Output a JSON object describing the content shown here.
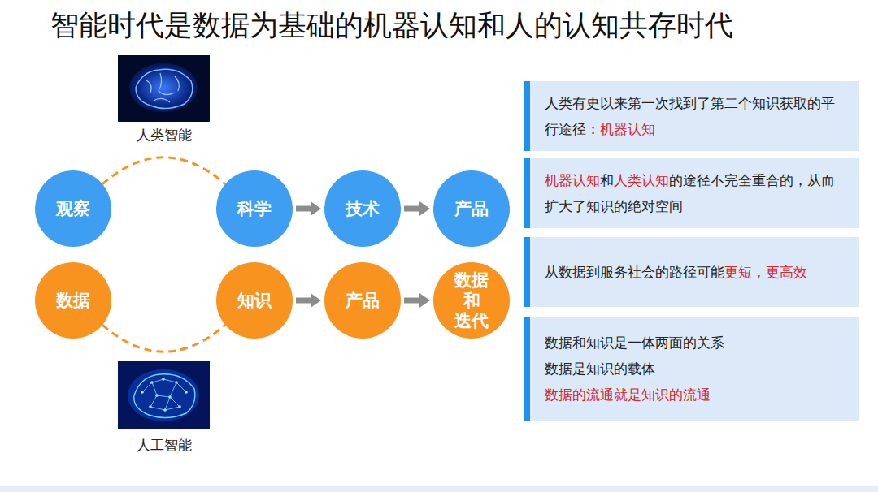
{
  "diagram": {
    "title": "智能时代是数据为基础的机器认知和人的认知共存时代",
    "nodes": [
      {
        "text": [
          "观察"
        ]
      },
      {
        "text": [
          "科学"
        ]
      },
      {
        "text": [
          "技术"
        ]
      },
      {
        "text": [
          "产品"
        ]
      },
      {
        "text": [
          "数据"
        ]
      },
      {
        "text": [
          "知识"
        ]
      },
      {
        "text": [
          "产品"
        ]
      },
      {
        "text": [
          "数据 和 迭代"
        ]
      },
      {
        "text": [
          "人类有史以来第一次找到了第二个知识获取的平行途径：",
          "机器认知"
        ]
      },
      {
        "text": [
          "机器认知",
          "和",
          "人类认知",
          "的途径不完全重合的，从而扩大了知识的绝对空间"
        ]
      },
      {
        "text": [
          "从数据到服务社会的路径可能",
          "更短，更高效"
        ]
      },
      {
        "text": [
          "数据和知识是一体两面的关系",
          "数据是知识的载体",
          "数据的流通就是知识的流通"
        ]
      }
    ],
    "edges": [
      {
        "from": 0,
        "to": 1,
        "arrow": "none"
      },
      {
        "from": 1,
        "to": 2,
        "arrow": "to"
      },
      {
        "from": 2,
        "to": 3,
        "arrow": "to"
      },
      {
        "from": 4,
        "to": 5,
        "arrow": "none"
      },
      {
        "from": 5,
        "to": 6,
        "arrow": "to"
      },
      {
        "from": 6,
        "to": 7,
        "arrow": "to"
      }
    ],
    "labels": [
      "人类智能",
      "人工智能"
    ]
  }
}
